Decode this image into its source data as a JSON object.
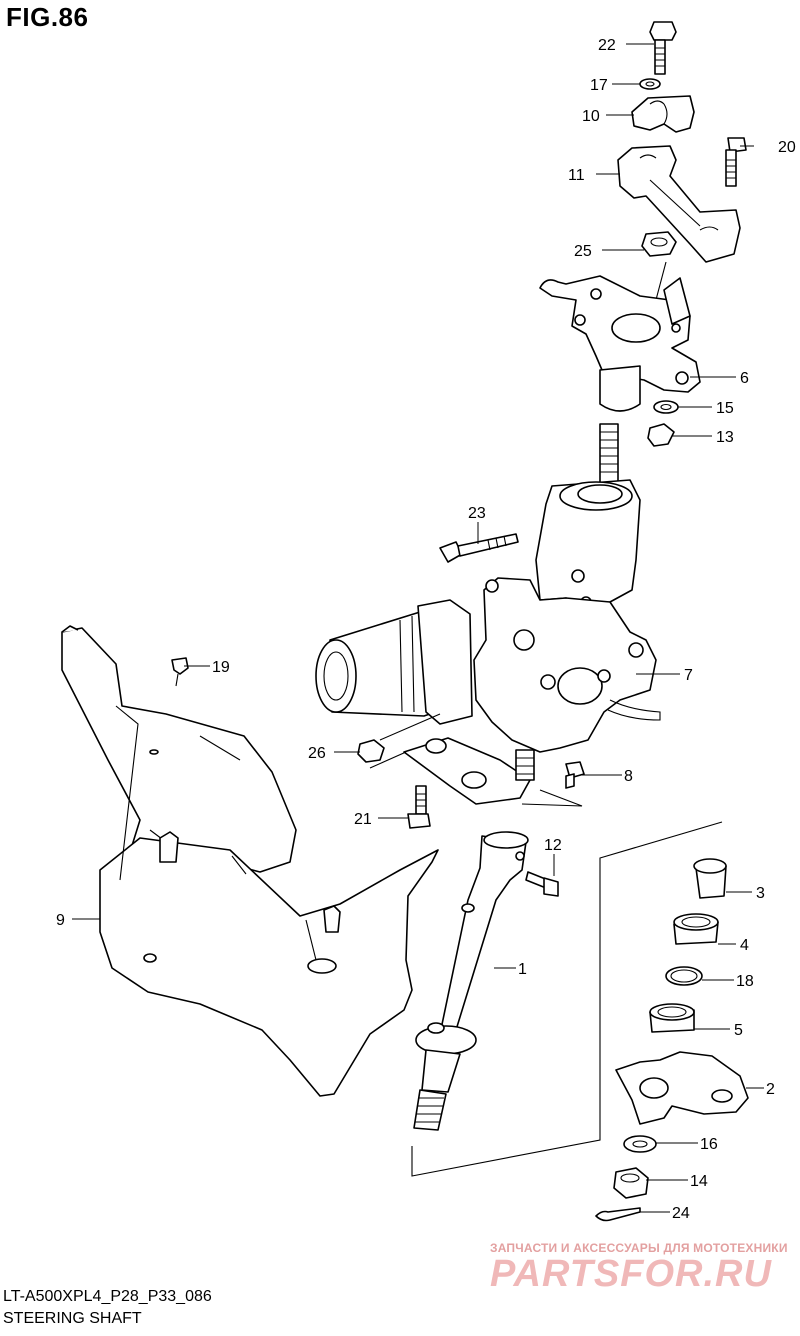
{
  "figure": {
    "title": "FIG.86"
  },
  "callouts": [
    "22",
    "17",
    "10",
    "11",
    "20",
    "25",
    "6",
    "15",
    "13",
    "23",
    "7",
    "19",
    "26",
    "8",
    "21",
    "12",
    "3",
    "4",
    "18",
    "1",
    "9",
    "5",
    "2",
    "16",
    "14",
    "24"
  ],
  "footer": {
    "model_code": "LT-A500XPL4_P28_P33_086",
    "title": "STEERING SHAFT"
  },
  "watermark": {
    "tagline": "ЗАПЧАСТИ И АКСЕССУАРЫ ДЛЯ МОТОТЕХНИКИ",
    "brand": "PARTSFOR.RU"
  }
}
